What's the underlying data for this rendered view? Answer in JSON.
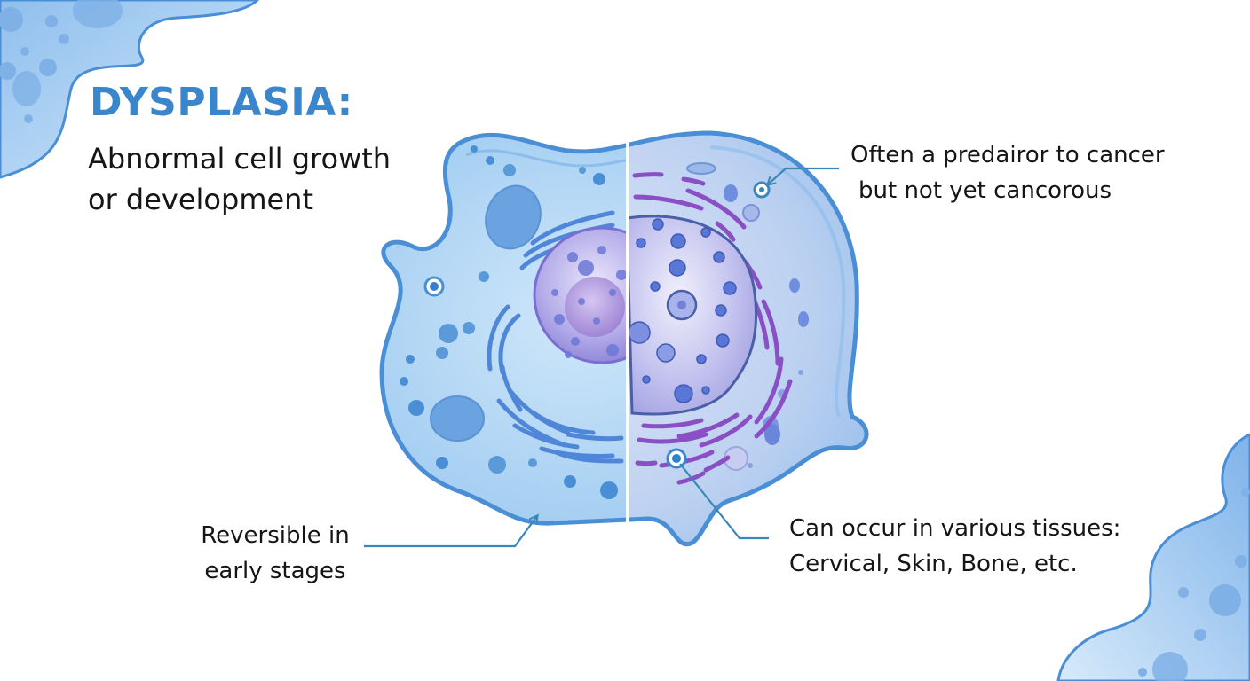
{
  "title": "DYSPLASIA:",
  "subtitle": {
    "line1": "Abnormal cell growth",
    "line2": "or development"
  },
  "annotations": [
    {
      "id": "precursor",
      "line1": "Often a predairor to cancer",
      "line2": "but not yet cancorous"
    },
    {
      "id": "reversible",
      "line1": "Reversible in",
      "line2": "early stages"
    },
    {
      "id": "tissues",
      "line1": "Can occur in various tissues:",
      "line2": "Cervical, Skin, Bone, etc."
    }
  ],
  "illustration": {
    "subject": "cell-cross-section",
    "left_half": "normal-cell",
    "right_half": "dysplastic-cell"
  },
  "colors": {
    "title": "#3a86cc",
    "text": "#151515",
    "leader_line": "#3a86b8",
    "cell_membrane": "#4a8fd6",
    "cytoplasm": "#a9d2f2",
    "nucleus": "#9b95de",
    "organelle_purple": "#8a4fc4"
  }
}
